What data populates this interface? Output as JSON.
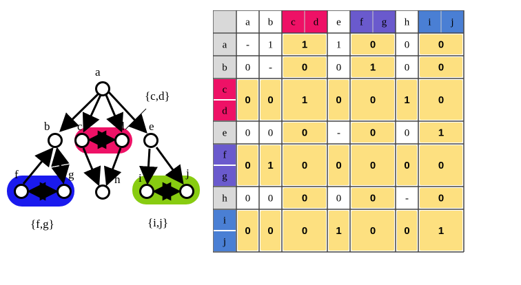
{
  "graph": {
    "node_labels": {
      "a": "a",
      "b": "b",
      "c": "c",
      "d": "d",
      "e": "e",
      "f": "f",
      "g": "g",
      "h": "h",
      "i": "i",
      "j": "j"
    },
    "groups": [
      {
        "id": "cd",
        "label": "{c,d}",
        "color": "#ee1166"
      },
      {
        "id": "fg",
        "label": "{f,g}",
        "color": "#1a1aee"
      },
      {
        "id": "ij",
        "label": "{i,j}",
        "color": "#88cc11"
      }
    ]
  },
  "matrix": {
    "headers": [
      {
        "id": "a",
        "label": "a",
        "color": "#ffffff"
      },
      {
        "id": "b",
        "label": "b",
        "color": "#ffffff"
      },
      {
        "id": "c",
        "label": "c",
        "color": "#ee1166"
      },
      {
        "id": "d",
        "label": "d",
        "color": "#ee1166"
      },
      {
        "id": "e",
        "label": "e",
        "color": "#ffffff"
      },
      {
        "id": "f",
        "label": "f",
        "color": "#6a5acd"
      },
      {
        "id": "g",
        "label": "g",
        "color": "#6a5acd"
      },
      {
        "id": "h",
        "label": "h",
        "color": "#ffffff"
      },
      {
        "id": "i",
        "label": "i",
        "color": "#4a7fd4"
      },
      {
        "id": "j",
        "label": "j",
        "color": "#4a7fd4"
      }
    ],
    "row_groups": [
      {
        "rows": [
          "a"
        ],
        "color": "#ffffff",
        "cells": [
          "-",
          "1",
          "1",
          "1",
          "0",
          "0",
          "0"
        ]
      },
      {
        "rows": [
          "b"
        ],
        "color": "#ffffff",
        "cells": [
          "0",
          "-",
          "0",
          "0",
          "1",
          "0",
          "0"
        ]
      },
      {
        "rows": [
          "c",
          "d"
        ],
        "color": "#ee1166",
        "cells": [
          "0",
          "0",
          "1",
          "0",
          "0",
          "1",
          "0"
        ]
      },
      {
        "rows": [
          "e"
        ],
        "color": "#ffffff",
        "cells": [
          "0",
          "0",
          "0",
          "-",
          "0",
          "0",
          "1"
        ]
      },
      {
        "rows": [
          "f",
          "g"
        ],
        "color": "#6a5acd",
        "cells": [
          "0",
          "1",
          "0",
          "0",
          "0",
          "0",
          "0"
        ]
      },
      {
        "rows": [
          "h"
        ],
        "color": "#ffffff",
        "cells": [
          "0",
          "0",
          "0",
          "0",
          "0",
          "-",
          "0"
        ]
      },
      {
        "rows": [
          "i",
          "j"
        ],
        "color": "#4a7fd4",
        "cells": [
          "0",
          "0",
          "0",
          "1",
          "0",
          "0",
          "1"
        ]
      }
    ],
    "col_groups": [
      [
        "a"
      ],
      [
        "b"
      ],
      [
        "c",
        "d"
      ],
      [
        "e"
      ],
      [
        "f",
        "g"
      ],
      [
        "h"
      ],
      [
        "i",
        "j"
      ]
    ],
    "cell_fill": "#fde080",
    "header_fill": "#d9d9d9"
  }
}
